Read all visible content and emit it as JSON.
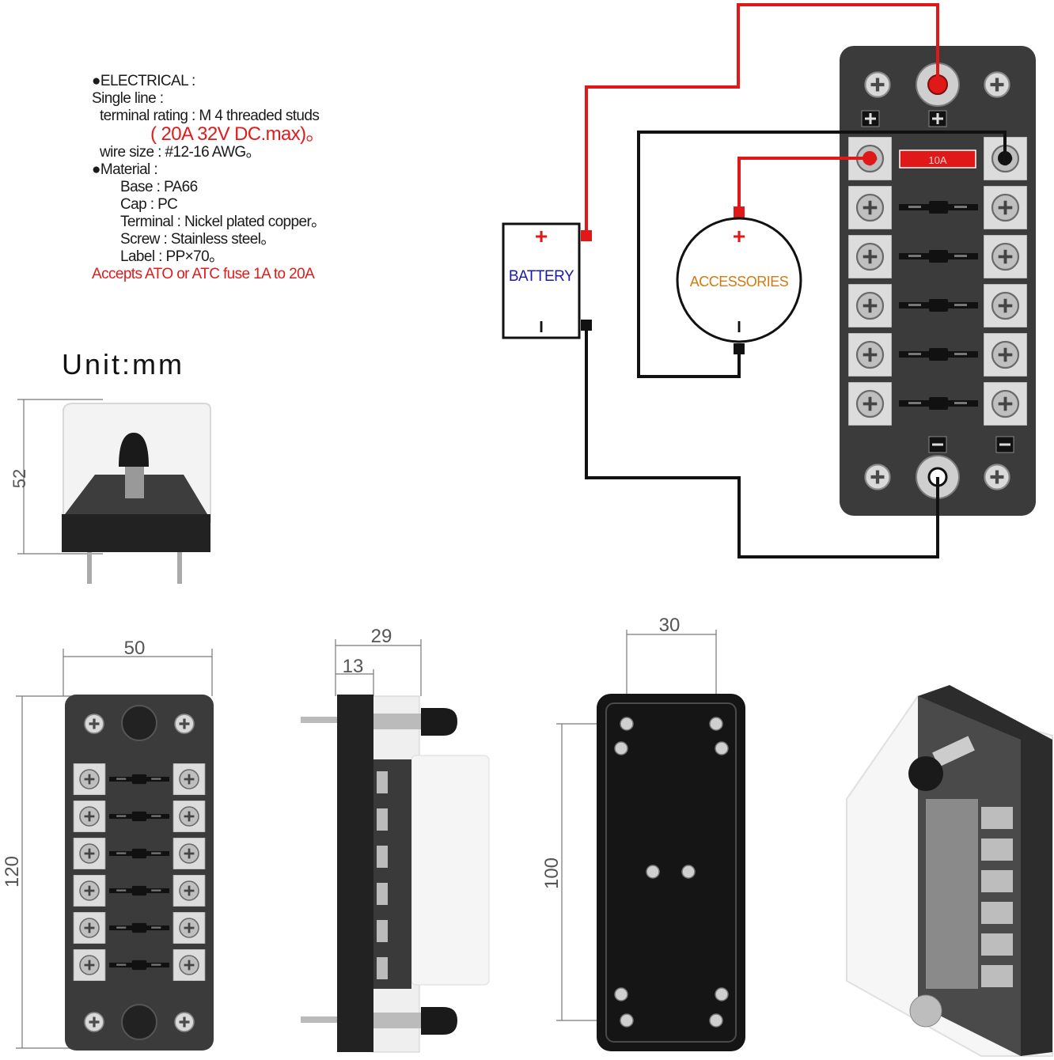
{
  "specs": {
    "electrical_heading": "●ELECTRICAL :",
    "single_line": "Single line :",
    "terminal_rating": "terminal rating : M 4 threaded studs",
    "rating_value": "( 20A 32V DC.max)。",
    "wire_size": "wire size : #12-16 AWG。",
    "material_heading": "●Material :",
    "base": "Base : PA66",
    "cap": "Cap : PC",
    "terminal": "Terminal : Nickel plated copper。",
    "screw": "Screw : Stainless steel。",
    "label": "Label : PP×70。",
    "fuse_note": "Accepts ATO or ATC fuse  1A to 20A"
  },
  "unit_label": "Unit:mm",
  "wiring": {
    "battery_label": "BATTERY",
    "accessories_label": "ACCESSORIES",
    "plus_sign": "+",
    "minus_sign": "I",
    "fuse_rating": "10A"
  },
  "dimensions": {
    "height": "52",
    "width": "50",
    "length": "120",
    "side_overall": "29",
    "side_base": "13",
    "mount_spacing": "30",
    "mount_length": "100"
  },
  "colors": {
    "positive_wire": "#e01818",
    "negative_wire": "#111111",
    "housing": "#3b3b3b",
    "accessories_text": "#d07a10",
    "battery_text": "#1a1aa8"
  }
}
